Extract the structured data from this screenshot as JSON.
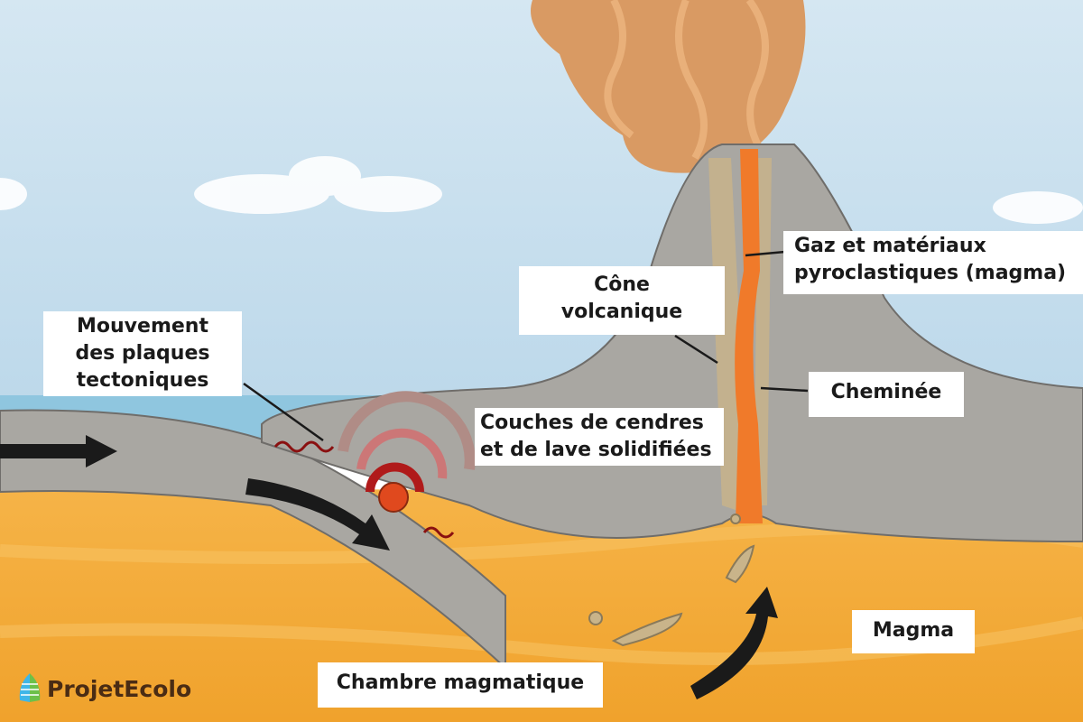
{
  "labels": {
    "mouvement": [
      "Mouvement",
      "des plaques",
      "tectoniques"
    ],
    "cone": [
      "Cône",
      "volcanique"
    ],
    "gaz": [
      "Gaz et matériaux",
      "pyroclastiques (magma)"
    ],
    "cheminee": "Cheminée",
    "couches": [
      "Couches de cendres",
      "et de lave solidifiées"
    ],
    "magma": "Magma",
    "chambre": "Chambre magmatique"
  },
  "logo": {
    "text": "ProjetEcolo"
  },
  "colors": {
    "sky": "#c6dfee",
    "sea": "#8fc6df",
    "magma": "#f3a837",
    "rock": "#a9a7a2",
    "plume": "#d99a63",
    "vent": "#f07a2a",
    "quake": "#b01a1a"
  }
}
